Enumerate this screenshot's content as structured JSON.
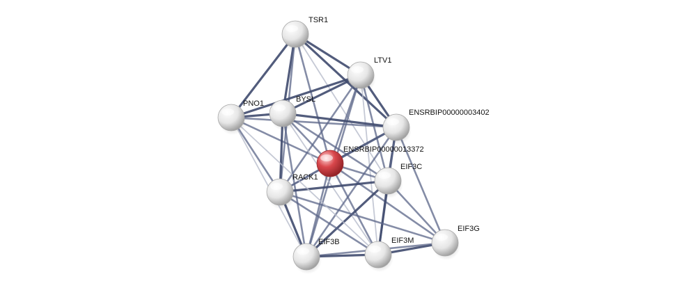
{
  "network": {
    "center_node": "ENSRBIP00000013372",
    "colors": {
      "query_node": "#d9474c",
      "node": "#e6e6e6",
      "edge_strong": "#3f4a6e",
      "edge_medium": "#5b6688",
      "edge_weak": "#b7bccb"
    },
    "nodes": [
      {
        "id": "TSR1",
        "label": "TSR1",
        "query": false
      },
      {
        "id": "LTV1",
        "label": "LTV1",
        "query": false
      },
      {
        "id": "PNO1",
        "label": "PNO1",
        "query": false
      },
      {
        "id": "BYSL",
        "label": "BYSL",
        "query": false
      },
      {
        "id": "ENSRBIP00000003402",
        "label": "ENSRBIP00000003402",
        "query": false
      },
      {
        "id": "ENSRBIP00000013372",
        "label": "ENSRBIP00000013372",
        "query": true
      },
      {
        "id": "EIF3C",
        "label": "EIF3C",
        "query": false
      },
      {
        "id": "RACK1",
        "label": "RACK1",
        "query": false
      },
      {
        "id": "EIF3G",
        "label": "EIF3G",
        "query": false
      },
      {
        "id": "EIF3B",
        "label": "EIF3B",
        "query": false
      },
      {
        "id": "EIF3M",
        "label": "EIF3M",
        "query": false
      }
    ],
    "edges": [
      {
        "source": "TSR1",
        "target": "LTV1",
        "strength": "strong"
      },
      {
        "source": "TSR1",
        "target": "PNO1",
        "strength": "strong"
      },
      {
        "source": "TSR1",
        "target": "BYSL",
        "strength": "strong"
      },
      {
        "source": "TSR1",
        "target": "ENSRBIP00000003402",
        "strength": "strong"
      },
      {
        "source": "TSR1",
        "target": "ENSRBIP00000013372",
        "strength": "medium"
      },
      {
        "source": "TSR1",
        "target": "RACK1",
        "strength": "medium"
      },
      {
        "source": "TSR1",
        "target": "EIF3C",
        "strength": "weak"
      },
      {
        "source": "LTV1",
        "target": "PNO1",
        "strength": "strong"
      },
      {
        "source": "LTV1",
        "target": "BYSL",
        "strength": "strong"
      },
      {
        "source": "LTV1",
        "target": "ENSRBIP00000003402",
        "strength": "strong"
      },
      {
        "source": "LTV1",
        "target": "ENSRBIP00000013372",
        "strength": "medium"
      },
      {
        "source": "LTV1",
        "target": "RACK1",
        "strength": "medium"
      },
      {
        "source": "LTV1",
        "target": "EIF3C",
        "strength": "medium"
      },
      {
        "source": "LTV1",
        "target": "EIF3B",
        "strength": "medium"
      },
      {
        "source": "LTV1",
        "target": "EIF3M",
        "strength": "weak"
      },
      {
        "source": "PNO1",
        "target": "BYSL",
        "strength": "strong"
      },
      {
        "source": "PNO1",
        "target": "ENSRBIP00000003402",
        "strength": "medium"
      },
      {
        "source": "PNO1",
        "target": "ENSRBIP00000013372",
        "strength": "medium"
      },
      {
        "source": "PNO1",
        "target": "RACK1",
        "strength": "medium"
      },
      {
        "source": "PNO1",
        "target": "EIF3B",
        "strength": "weak"
      },
      {
        "source": "BYSL",
        "target": "ENSRBIP00000003402",
        "strength": "strong"
      },
      {
        "source": "BYSL",
        "target": "ENSRBIP00000013372",
        "strength": "medium"
      },
      {
        "source": "BYSL",
        "target": "RACK1",
        "strength": "strong"
      },
      {
        "source": "BYSL",
        "target": "EIF3C",
        "strength": "medium"
      },
      {
        "source": "BYSL",
        "target": "EIF3M",
        "strength": "weak"
      },
      {
        "source": "BYSL",
        "target": "EIF3B",
        "strength": "medium"
      },
      {
        "source": "ENSRBIP00000003402",
        "target": "ENSRBIP00000013372",
        "strength": "strong"
      },
      {
        "source": "ENSRBIP00000003402",
        "target": "EIF3C",
        "strength": "strong"
      },
      {
        "source": "ENSRBIP00000003402",
        "target": "RACK1",
        "strength": "medium"
      },
      {
        "source": "ENSRBIP00000003402",
        "target": "EIF3G",
        "strength": "medium"
      },
      {
        "source": "ENSRBIP00000003402",
        "target": "EIF3B",
        "strength": "medium"
      },
      {
        "source": "ENSRBIP00000003402",
        "target": "EIF3M",
        "strength": "medium"
      },
      {
        "source": "ENSRBIP00000013372",
        "target": "EIF3C",
        "strength": "medium"
      },
      {
        "source": "ENSRBIP00000013372",
        "target": "RACK1",
        "strength": "medium"
      },
      {
        "source": "ENSRBIP00000013372",
        "target": "EIF3G",
        "strength": "medium"
      },
      {
        "source": "ENSRBIP00000013372",
        "target": "EIF3B",
        "strength": "medium"
      },
      {
        "source": "ENSRBIP00000013372",
        "target": "EIF3M",
        "strength": "medium"
      },
      {
        "source": "EIF3C",
        "target": "RACK1",
        "strength": "strong"
      },
      {
        "source": "EIF3C",
        "target": "EIF3G",
        "strength": "medium"
      },
      {
        "source": "EIF3C",
        "target": "EIF3B",
        "strength": "strong"
      },
      {
        "source": "EIF3C",
        "target": "EIF3M",
        "strength": "strong"
      },
      {
        "source": "RACK1",
        "target": "EIF3G",
        "strength": "medium"
      },
      {
        "source": "RACK1",
        "target": "EIF3B",
        "strength": "strong"
      },
      {
        "source": "RACK1",
        "target": "EIF3M",
        "strength": "medium"
      },
      {
        "source": "EIF3G",
        "target": "EIF3M",
        "strength": "strong"
      },
      {
        "source": "EIF3G",
        "target": "EIF3B",
        "strength": "medium"
      },
      {
        "source": "EIF3B",
        "target": "EIF3M",
        "strength": "strong"
      },
      {
        "source": "PNO1",
        "target": "EIF3M",
        "strength": "weak"
      }
    ]
  }
}
